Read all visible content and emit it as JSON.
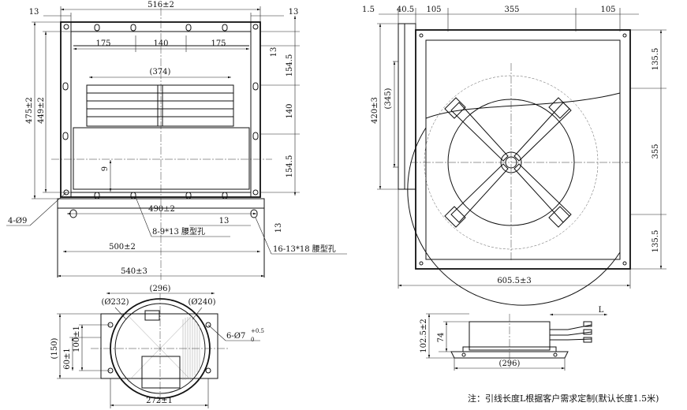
{
  "front": {
    "dim_top_width": "516±2",
    "dim_top_left_gap": "13",
    "dim_top_right_gap": "13",
    "dim_175_left": "175",
    "dim_140": "140",
    "dim_175_right": "175",
    "dim_374": "(374)",
    "dim_475": "475±2",
    "dim_449": "449±2",
    "dim_9": "9",
    "dim_r13_top": "13",
    "dim_r154_top": "154.5",
    "dim_r140": "140",
    "dim_r154_bottom": "154.5",
    "dim_r13_bottom": "13",
    "dim_490": "490±2",
    "dim_13_bottom": "13",
    "dim_500": "500±2",
    "dim_540": "540±3",
    "label_holes_4": "4-Ø9",
    "label_slots_8": "8-9*13 腰型孔",
    "label_slots_16": "16-13*18 腰型孔"
  },
  "side": {
    "dim_1_5": "1.5",
    "dim_40_5": "40.5",
    "dim_105_left": "105",
    "dim_355_top": "355",
    "dim_105_right": "105",
    "dim_420": "420±3",
    "dim_345": "(345)",
    "dim_135_top": "135.5",
    "dim_355_right": "355",
    "dim_135_bottom": "135.5",
    "dim_605": "605.5±3"
  },
  "bottom": {
    "dim_232": "(Ø232)",
    "dim_240": "(Ø240)",
    "dim_150": "(150)",
    "dim_100": "100±1",
    "dim_60": "60±1",
    "dim_296": "(296)",
    "dim_272": "272±1",
    "holes_label": "6-Ø7",
    "holes_tol_upper": "+0.5",
    "holes_tol_lower": "0"
  },
  "controller": {
    "dim_L": "L",
    "dim_74": "74",
    "dim_102": "102.5±2",
    "dim_296": "(296)"
  },
  "note": "注：引线长度L根据客户需求定制(默认长度1.5米)"
}
